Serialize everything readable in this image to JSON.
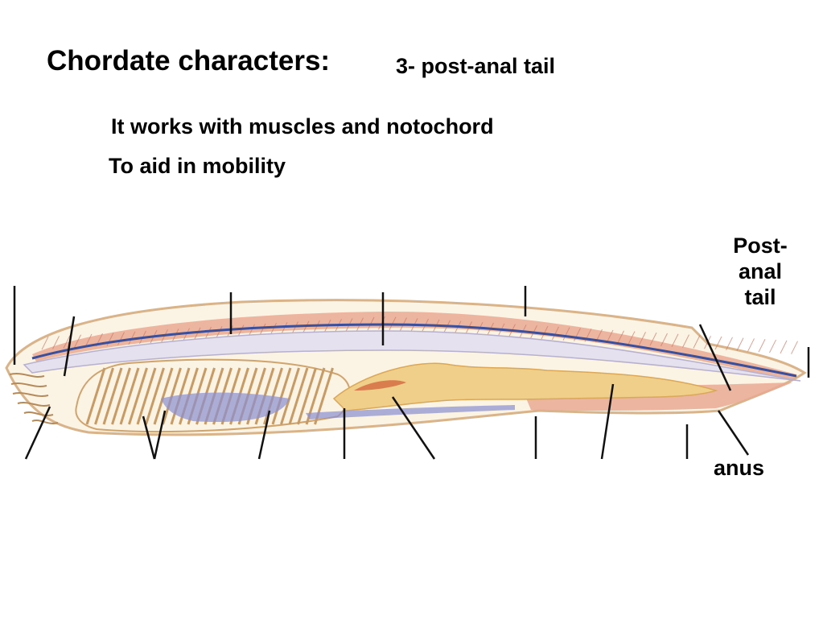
{
  "slide": {
    "title": "Chordate characters:",
    "subtitle": "3- post-anal tail",
    "description_line_1": "It works with muscles and notochord",
    "description_line_2": "To aid in mobility"
  },
  "diagram": {
    "labels": {
      "post_anal_tail": "Post-anal tail",
      "anus": "anus"
    },
    "colors": {
      "body_outline": "#d9b48a",
      "body_fill": "#fbf3e4",
      "muscle": "#e9a993",
      "notochord": "#e6e1ee",
      "nerve_cord": "#3b4f9a",
      "gut": "#efcf8a",
      "pharynx_blue": "#8a8fd0",
      "leader_line": "#111111"
    }
  }
}
